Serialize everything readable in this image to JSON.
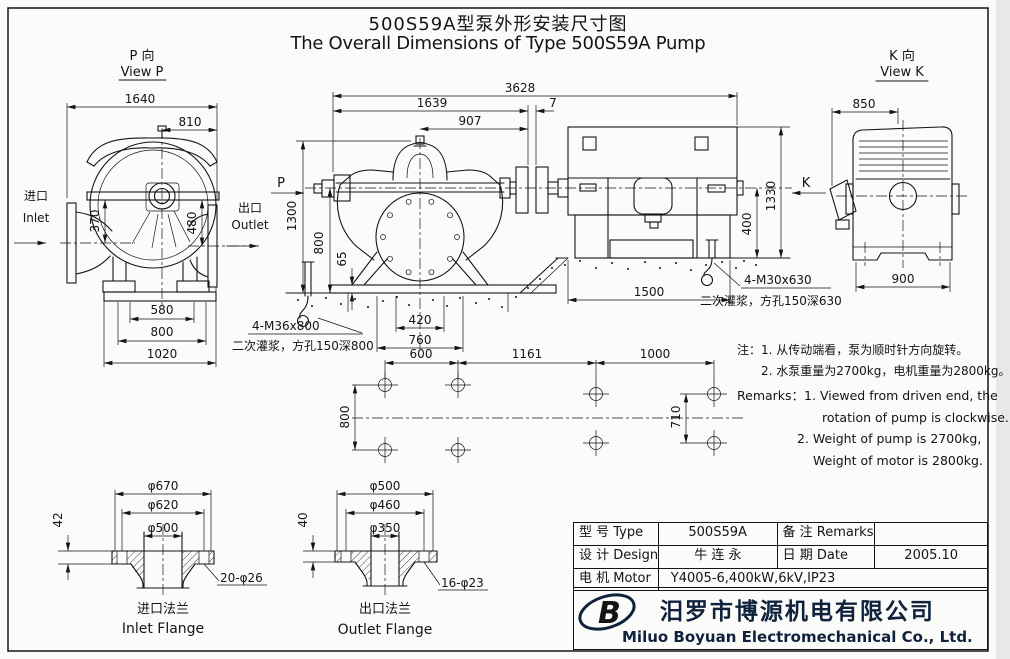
{
  "title": {
    "zh": "500S59A型泵外形安装尺寸图",
    "en": "The Overall Dimensions of Type 500S59A Pump"
  },
  "view_p": {
    "label_zh": "P 向",
    "label_en": "View P",
    "inlet_zh": "进口",
    "inlet_en": "Inlet",
    "outlet_zh": "出口",
    "outlet_en": "Outlet",
    "d1640": "1640",
    "d810": "810",
    "d370": "370",
    "d480": "480",
    "d580": "580",
    "d800": "800",
    "d1020": "1020"
  },
  "main_view": {
    "p": "P",
    "k": "K",
    "d3628": "3628",
    "d1639": "1639",
    "d907": "907",
    "d7": "7",
    "d1300": "1300",
    "d800": "800",
    "d65": "65",
    "d420": "420",
    "d760": "760",
    "d1500": "1500",
    "d400": "400",
    "d1330": "1330",
    "anchor_left_1": "4-M36x800",
    "anchor_left_2": "二次灌浆，方孔150深800",
    "anchor_right_1": "4-M30x630",
    "anchor_right_2": "二次灌浆，方孔150深630"
  },
  "view_k": {
    "label_zh": "K 向",
    "label_en": "View K",
    "d850": "850",
    "d900": "900"
  },
  "foundation": {
    "d600": "600",
    "d1161": "1161",
    "d1000": "1000",
    "d800": "800",
    "d710": "710"
  },
  "notes": {
    "zh1": "注：1. 从传动端看，泵为顺时针方向旋转。",
    "zh2": "2. 水泵重量为2700kg，电机重量为2800kg。",
    "en1": "Remarks：1. Viewed from driven end, the",
    "en2": "rotation of pump is clockwise.",
    "en3": "2. Weight of pump is 2700kg,",
    "en4": "Weight of motor is 2800kg."
  },
  "inlet_flange": {
    "d670": "φ670",
    "d620": "φ620",
    "d500": "φ500",
    "d42": "42",
    "holes": "20-φ26",
    "name_zh": "进口法兰",
    "name_en": "Inlet Flange"
  },
  "outlet_flange": {
    "d500": "φ500",
    "d460": "φ460",
    "d350": "φ350",
    "d40": "40",
    "holes": "16-φ23",
    "name_zh": "出口法兰",
    "name_en": "Outlet Flange"
  },
  "title_block": {
    "r1c1": "型 号 Type",
    "r1c2": "500S59A",
    "r1c3": "备 注 Remarks",
    "r1c4": "",
    "r2c1": "设 计 Design",
    "r2c2": "牛 连 永",
    "r2c3": "日 期 Date",
    "r2c4": "2005.10",
    "r3c1": "电 机 Motor",
    "r3c2": "Y4005-6,400kW,6kV,IP23"
  },
  "company": {
    "logo_letter": "B",
    "zh": "汨罗市博源机电有限公司",
    "en": "Miluo Boyuan Electromechanical Co., Ltd."
  }
}
